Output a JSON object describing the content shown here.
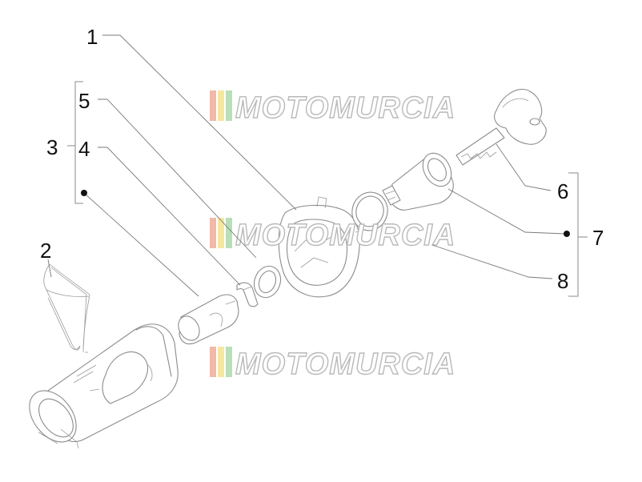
{
  "callouts": {
    "c1": "1",
    "c2": "2",
    "c3": "3",
    "c4": "4",
    "c5": "5",
    "c6": "6",
    "c7": "7",
    "c8": "8"
  },
  "watermark": {
    "text": "MOTOMURCIA",
    "stripe_colors": [
      "#f2b8a8",
      "#f6e7a0",
      "#b9dfb8"
    ]
  },
  "colors": {
    "line": "#8c8c8c",
    "text": "#111111"
  }
}
